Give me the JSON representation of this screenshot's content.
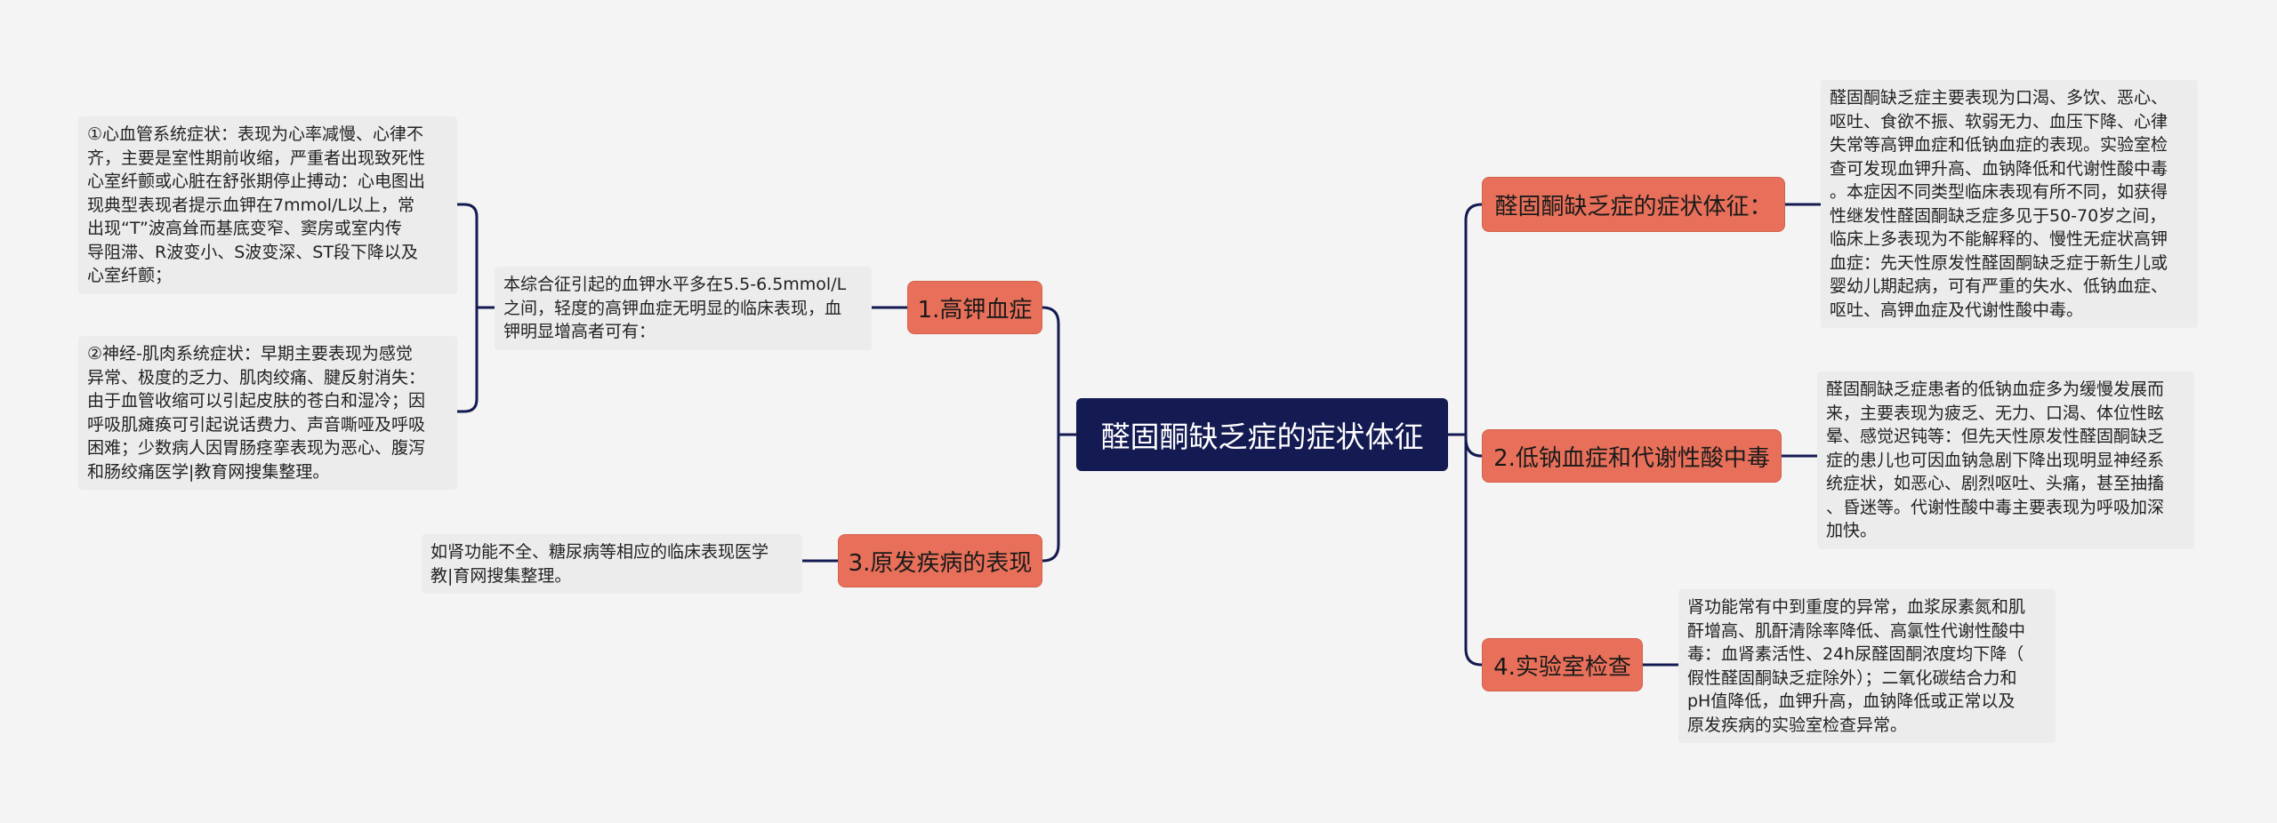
{
  "root": {
    "label": "醛固酮缺乏症的症状体征"
  },
  "branches": {
    "b1": {
      "label": "1.高钾血症"
    },
    "b3": {
      "label": "3.原发疾病的表现"
    },
    "br1": {
      "label": "醛固酮缺乏症的症状体征："
    },
    "br2": {
      "label": "2.低钠血症和代谢性酸中毒"
    },
    "br4": {
      "label": "4.实验室检查"
    }
  },
  "notes": {
    "hk_intro": {
      "lines": [
        "本综合征引起的血钾水平多在5.5-6.5mmol/L",
        "之间，轻度的高钾血症无明显的临床表现，血",
        "钾明显增高者可有："
      ]
    },
    "cardio": {
      "lines": [
        "①心血管系统症状：表现为心率减慢、心律不",
        "齐，主要是室性期前收缩，严重者出现致死性",
        "心室纤颤或心脏在舒张期停止搏动：心电图出",
        "现典型表现者提示血钾在7mmol/L以上，常",
        "出现“T”波高耸而基底变窄、窦房或室内传",
        "导阻滞、R波变小、S波变深、ST段下降以及",
        "心室纤颤；"
      ]
    },
    "neuro": {
      "lines": [
        "②神经-肌肉系统症状：早期主要表现为感觉",
        "异常、极度的乏力、肌肉绞痛、腱反射消失：",
        "由于血管收缩可以引起皮肤的苍白和湿冷；因",
        "呼吸肌瘫痪可引起说话费力、声音嘶哑及呼吸",
        "困难；少数病人因胃肠痉挛表现为恶心、腹泻",
        "和肠绞痛医学|教育网搜集整理。"
      ]
    },
    "primary": {
      "lines": [
        "如肾功能不全、糖尿病等相应的临床表现医学",
        "教|育网搜集整理。"
      ]
    },
    "symptoms": {
      "lines": [
        "醛固酮缺乏症主要表现为口渴、多饮、恶心、",
        "呕吐、食欲不振、软弱无力、血压下降、心律",
        "失常等高钾血症和低钠血症的表现。实验室检",
        "查可发现血钾升高、血钠降低和代谢性酸中毒",
        "。本症因不同类型临床表现有所不同，如获得",
        "性继发性醛固酮缺乏症多见于50-70岁之间，",
        "临床上多表现为不能解释的、慢性无症状高钾",
        "血症：先天性原发性醛固酮缺乏症于新生儿或",
        "婴幼儿期起病，可有严重的失水、低钠血症、",
        "呕吐、高钾血症及代谢性酸中毒。"
      ]
    },
    "hyponatremia": {
      "lines": [
        "醛固酮缺乏症患者的低钠血症多为缓慢发展而",
        "来，主要表现为疲乏、无力、口渴、体位性眩",
        "晕、感觉迟钝等：但先天性原发性醛固酮缺乏",
        "症的患儿也可因血钠急剧下降出现明显神经系",
        "统症状，如恶心、剧烈呕吐、头痛，甚至抽搐",
        "、昏迷等。代谢性酸中毒主要表现为呼吸加深",
        "加快。"
      ]
    },
    "lab": {
      "lines": [
        "肾功能常有中到重度的异常，血浆尿素氮和肌",
        "酐增高、肌酐清除率降低、高氯性代谢性酸中",
        "毒：血肾素活性、24h尿醛固酮浓度均下降（",
        "假性醛固酮缺乏症除外）；二氧化碳结合力和",
        "pH值降低，血钾升高，血钠降低或正常以及",
        "原发疾病的实验室检查异常。"
      ]
    }
  },
  "colors": {
    "root_bg": "#141a52",
    "branch_bg": "#e8705a",
    "connector": "#141a52",
    "note_bg": "#ececec",
    "page_bg": "#f4f4f4"
  }
}
